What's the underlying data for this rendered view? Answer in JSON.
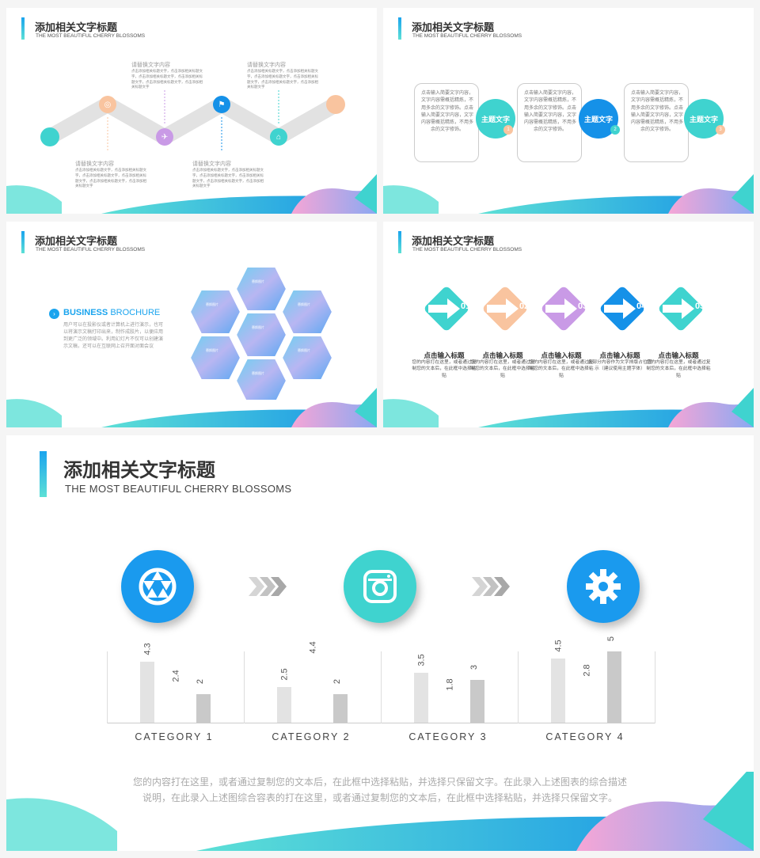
{
  "common": {
    "title": "添加相关文字标题",
    "subtitle": "THE MOST BEAUTIFUL CHERRY BLOSSOMS",
    "subtitle_big": "THE MOST BEAUTIFUL CHERRY BLOSSOMS"
  },
  "slide1": {
    "items": [
      {
        "title": "请替换文字内容",
        "text": "点击添加相关标题文字，点击添加相关标题文字，点击添加相关标题文字，点击添加相关标题文字，点击添加相关标题文字，点击添加相关标题文字"
      },
      {
        "title": "请替换文字内容",
        "text": "点击添加相关标题文字，点击添加相关标题文字，点击添加相关标题文字，点击添加相关标题文字，点击添加相关标题文字，点击添加相关标题文字"
      },
      {
        "title": "请替换文字内容",
        "text": "点击添加相关标题文字，点击添加相关标题文字，点击添加相关标题文字，点击添加相关标题文字，点击添加相关标题文字，点击添加相关标题文字"
      },
      {
        "title": "请替换文字内容",
        "text": "点击添加相关标题文字，点击添加相关标题文字，点击添加相关标题文字，点击添加相关标题文字，点击添加相关标题文字，点击添加相关标题文字"
      }
    ],
    "colors": {
      "teal": "#3fd3cf",
      "peach": "#f9c49f",
      "purple": "#c99ae6",
      "blue": "#1591e8"
    }
  },
  "slide2": {
    "card_text": "点击输入简要文字内容，文字内容需概括精炼，不用多余的文字修饰。点击输入简要文字内容，文字内容需概括精炼，不用多余的文字修饰。",
    "topic": "主题文字",
    "numbers": [
      "1",
      "2",
      "3"
    ]
  },
  "slide3": {
    "heading_bold": "BUSINESS",
    "heading_light": "BROCHURE",
    "body": "用户可以在投影仪或者计算机上进行演示，也可以将演示文稿打印出来，制作成胶片，以便应用到更广泛的领域中。利用幻灯片不仅可以创建演示文稿，还可以在互联网上召开面对面会议",
    "hex_label": "替换图片"
  },
  "slide4": {
    "steps": [
      {
        "num": "01",
        "title": "点击输入标题",
        "text": "您的内容打在这里，或者通过复制您的文本后，在此框中选择粘贴",
        "color": "#3fd3cf"
      },
      {
        "num": "02",
        "title": "点击输入标题",
        "text": "您的内容打在这里，或者通过复制您的文本后，在此框中选择粘贴",
        "color": "#f9c49f"
      },
      {
        "num": "03",
        "title": "点击输入标题",
        "text": "您的内容打在这里，或者通过复制您的文本后，在此框中选择粘贴",
        "color": "#c99ae6"
      },
      {
        "num": "04",
        "title": "点击输入标题",
        "text": "此部分内容作为文字排版占位显示（建议使用主题字体）",
        "color": "#1591e8"
      },
      {
        "num": "05",
        "title": "点击输入标题",
        "text": "您的内容打在这里，或者通过复制您的文本后，在此框中选择粘贴",
        "color": "#3fd3cf"
      }
    ]
  },
  "slide5": {
    "icons": [
      {
        "name": "aperture-icon",
        "color": "#1a9aee"
      },
      {
        "name": "instagram-icon",
        "color": "#3fd3cf"
      },
      {
        "name": "gear-icon",
        "color": "#1a9aee"
      }
    ],
    "description_line1": "您的内容打在这里，或者通过复制您的文本后，在此框中选择粘贴，并选择只保留文字。在此录入上述图表的综合描述",
    "description_line2": "说明，在此录入上述图综合容表的打在这里，或者通过复制您的文本后，在此框中选择粘贴，并选择只保留文字。"
  },
  "chart_data": {
    "type": "bar",
    "categories": [
      "CATEGORY 1",
      "CATEGORY 2",
      "CATEGORY 3",
      "CATEGORY 4"
    ],
    "series": [
      {
        "values": [
          4.3,
          2.5,
          3.5,
          4.5
        ],
        "color": "#e3e3e3"
      },
      {
        "values": [
          2.4,
          4.4,
          1.8,
          2.8
        ],
        "color": "#ffffff"
      },
      {
        "values": [
          2,
          2,
          3,
          5
        ],
        "color": "#c9c9c9"
      }
    ],
    "ylim": [
      0,
      5.5
    ],
    "grid": false
  }
}
